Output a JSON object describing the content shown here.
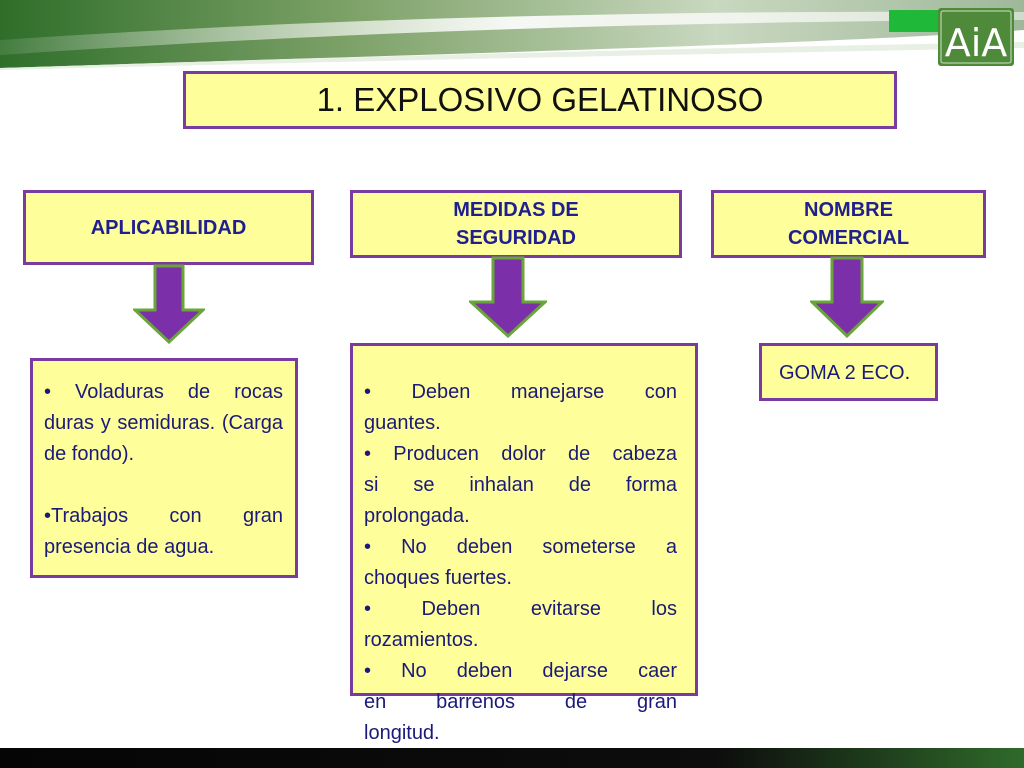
{
  "logo": {
    "text": "AiA"
  },
  "title": "1. EXPLOSIVO GELATINOSO",
  "headers": {
    "aplicabilidad": "APLICABILIDAD",
    "medidas_line1": "MEDIDAS DE",
    "medidas_line2": "SEGURIDAD",
    "nombre_line1": "NOMBRE",
    "nombre_line2": "COMERCIAL"
  },
  "aplicabilidad_items": [
    "• Voladuras de rocas duras y semiduras. (Carga de fondo).",
    "•Trabajos con gran presencia de agua."
  ],
  "medidas_lines": [
    "• Deben manejarse con",
    "guantes.",
    "• Producen dolor de cabeza",
    "si se inhalan de forma",
    "prolongada.",
    "• No deben someterse a",
    "choques fuertes.",
    "• Deben evitarse los",
    "rozamientos.",
    "• No deben dejarse caer",
    "en barrenos de gran",
    "longitud."
  ],
  "nombre_comercial": {
    "value": "GOMA 2 ECO",
    "trailing": "."
  },
  "colors": {
    "box_fill": "#fefe9a",
    "box_border": "#7a3aa0",
    "arrow_fill": "#7b2fa8",
    "arrow_border": "#6aa53a",
    "text": "#1a1a7a",
    "accent_green": "#1fb838"
  }
}
